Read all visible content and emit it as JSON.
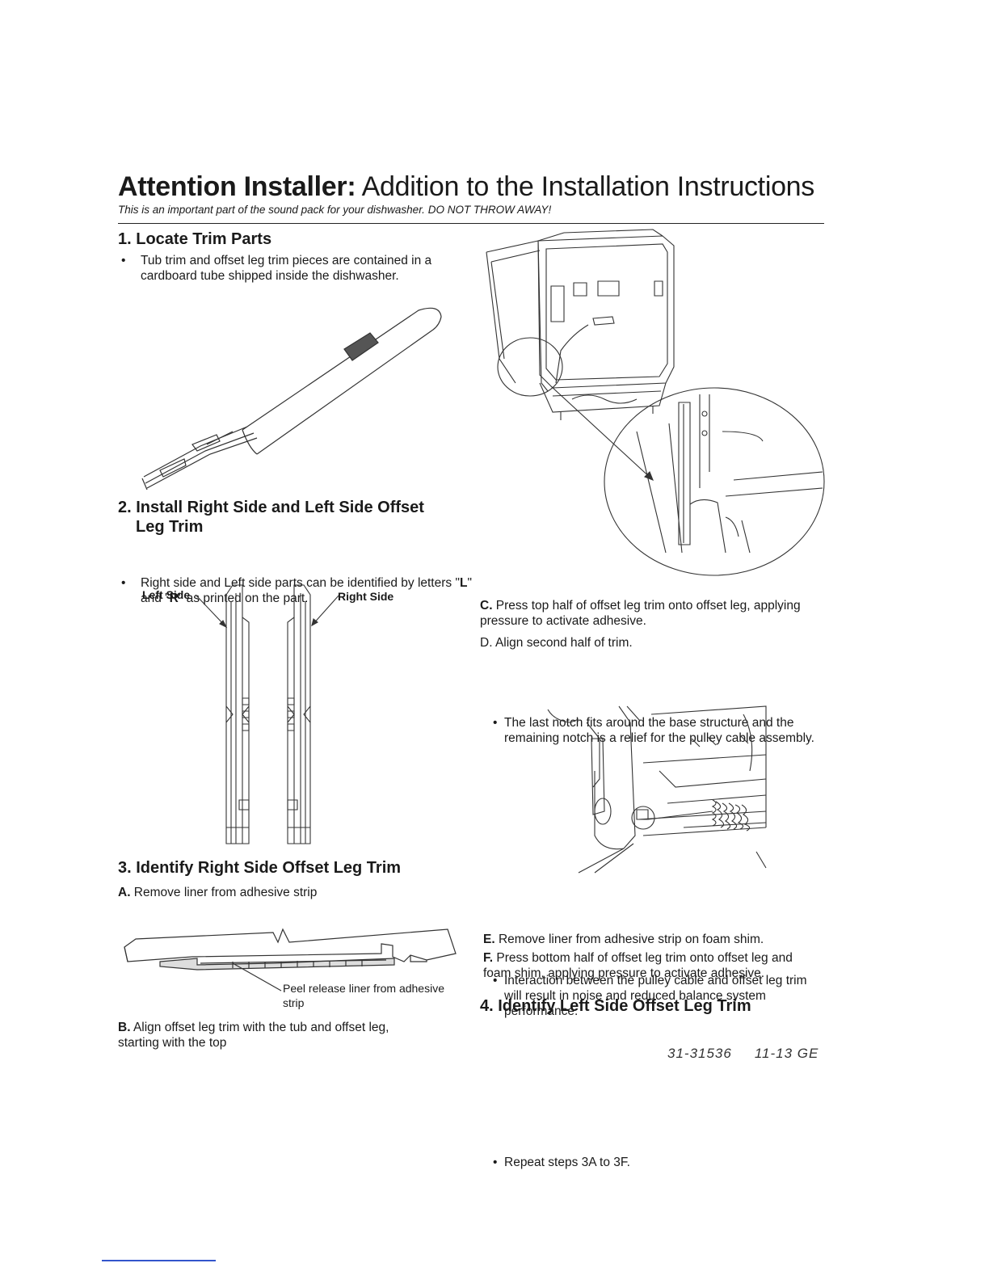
{
  "header": {
    "title_bold": "Attention Installer:",
    "title_rest": " Addition to the Installation Instructions",
    "subtitle": "This is an important part of the sound pack for your dishwasher. DO NOT THROW AWAY!"
  },
  "step1": {
    "heading": "1. Locate Trim Parts",
    "bullet": "Tub trim and offset leg trim pieces are contained in a cardboard tube shipped inside the dishwasher."
  },
  "step2": {
    "heading_line1": "2. Install Right Side and Left Side Offset",
    "heading_line2": "Leg Trim",
    "bullet_pre": "Right side and Left side parts can be identified by letters \"",
    "bullet_l": "L",
    "bullet_mid": "\" and \"",
    "bullet_r": "R",
    "bullet_post": "\" as printed on the part.",
    "left_label": "Left Side",
    "right_label": "Right Side"
  },
  "step3": {
    "heading": "3. Identify Right Side Offset Leg Trim",
    "a_letter": "A.",
    "a_text": " Remove liner from adhesive strip",
    "callout": "Peel release liner from adhesive strip",
    "b_letter": "B.",
    "b_text": " Align offset leg trim with the tub and offset leg, starting with the top"
  },
  "right_col": {
    "c_letter": "C.",
    "c_text": " Press top half of offset leg trim onto offset leg, applying pressure to activate adhesive.",
    "d_text": "D. Align second half of trim.",
    "d_bullet": "The last notch fits around the base structure and the remaining notch is a relief for the pulley cable assembly.",
    "interaction_bullet": "Interaction between the pulley cable and offset leg trim will result in noise and reduced balance system performance.",
    "e_letter": "E.",
    "e_text": " Remove liner from adhesive strip on foam shim.",
    "f_letter": "F.",
    "f_text": " Press bottom half of offset leg trim onto offset leg and foam shim, applying pressure to activate adhesive."
  },
  "step4": {
    "heading": "4. Identify Left Side Offset Leg Trim",
    "bullet": "Repeat steps 3A to 3F."
  },
  "footer": {
    "doc_number": "31-31536",
    "date_code": "11-13  GE"
  },
  "icons": {
    "tube": "cardboard-tube-illustration",
    "dishwasher": "dishwasher-leg-illustration",
    "trims": "offset-leg-trim-pair-illustration",
    "strip": "adhesive-strip-illustration",
    "pulley": "pulley-cable-illustration"
  }
}
